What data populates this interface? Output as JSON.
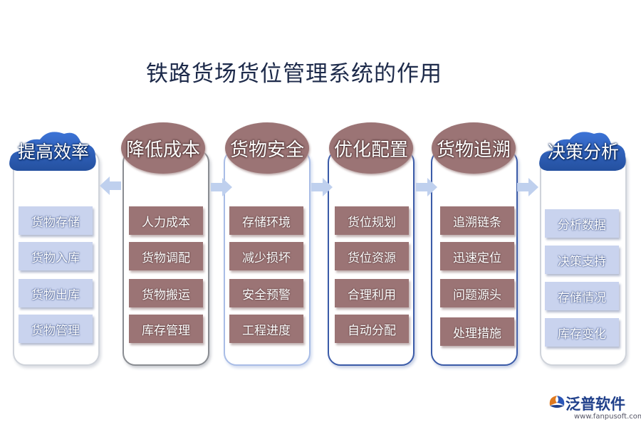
{
  "title": "铁路货场货位管理系统的作用",
  "columns": [
    {
      "heading": "提高效率",
      "items": [
        "货物存储",
        "货物入库",
        "货物出库",
        "货物管理"
      ]
    },
    {
      "heading": "降低成本",
      "items": [
        "人力成本",
        "货物调配",
        "货物搬运",
        "库存管理"
      ]
    },
    {
      "heading": "货物安全",
      "items": [
        "存储环境",
        "减少损坏",
        "安全预警",
        "工程进度"
      ]
    },
    {
      "heading": "优化配置",
      "items": [
        "货位规划",
        "货位资源",
        "合理利用",
        "自动分配"
      ]
    },
    {
      "heading": "货物追溯",
      "items": [
        "追溯链条",
        "迅速定位",
        "问题源头",
        "处理措施"
      ]
    },
    {
      "heading": "决策分析",
      "items": [
        "分析数据",
        "决策支持",
        "存储情况",
        "库存变化"
      ]
    }
  ],
  "logo": {
    "name": "泛普软件",
    "url": "www.fanpusoft.com"
  },
  "colors": {
    "oval": "#9b7475",
    "cloud": "#2f63c8",
    "item_blue": "#c9d3ee",
    "item_brown": "#9b7475",
    "arrow": "#bfd0ee"
  }
}
